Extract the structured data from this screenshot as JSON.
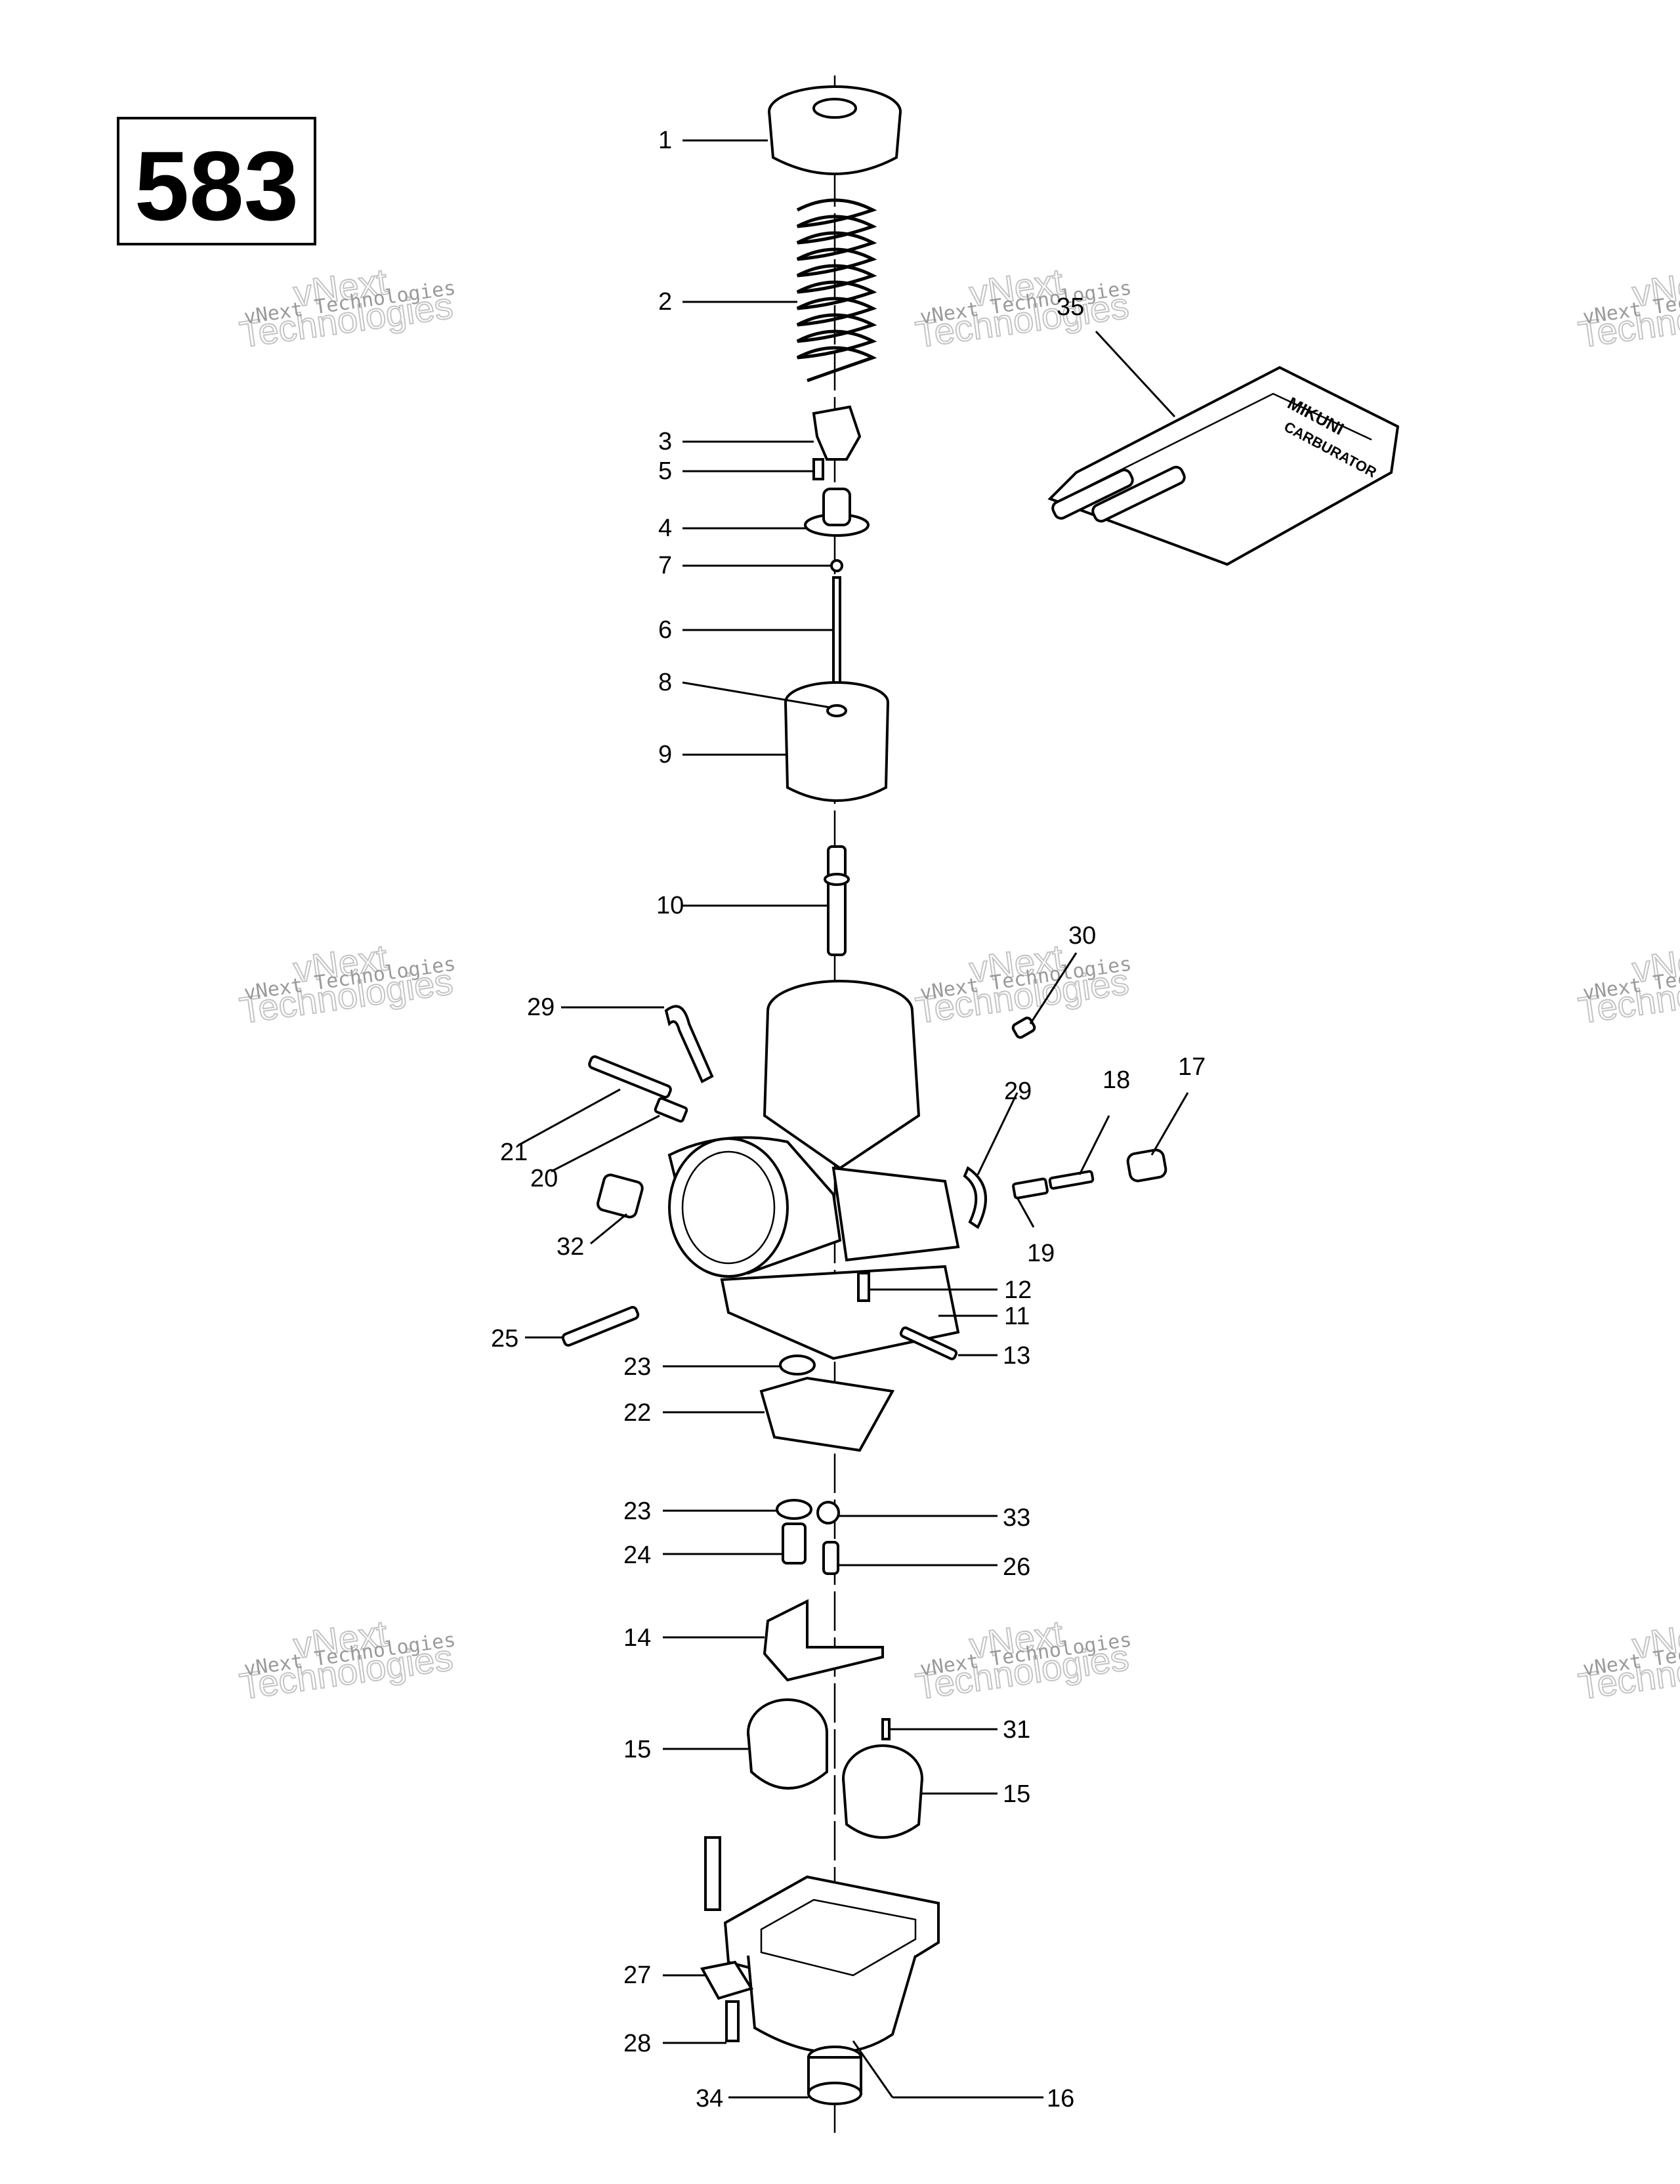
{
  "diagram_number": "583",
  "watermark": {
    "line1": "vNext Technologies",
    "line2": "Technologies",
    "line3": "vNext"
  },
  "tool_text": [
    "MIKUNI",
    "CARBURATOR"
  ],
  "callouts": [
    "1",
    "2",
    "3",
    "5",
    "4",
    "7",
    "6",
    "8",
    "9",
    "10",
    "29",
    "30",
    "21",
    "20",
    "29",
    "18",
    "17",
    "19",
    "32",
    "12",
    "11",
    "25",
    "13",
    "23",
    "22",
    "23",
    "33",
    "24",
    "26",
    "14",
    "31",
    "15",
    "15",
    "27",
    "28",
    "16",
    "34",
    "35"
  ]
}
